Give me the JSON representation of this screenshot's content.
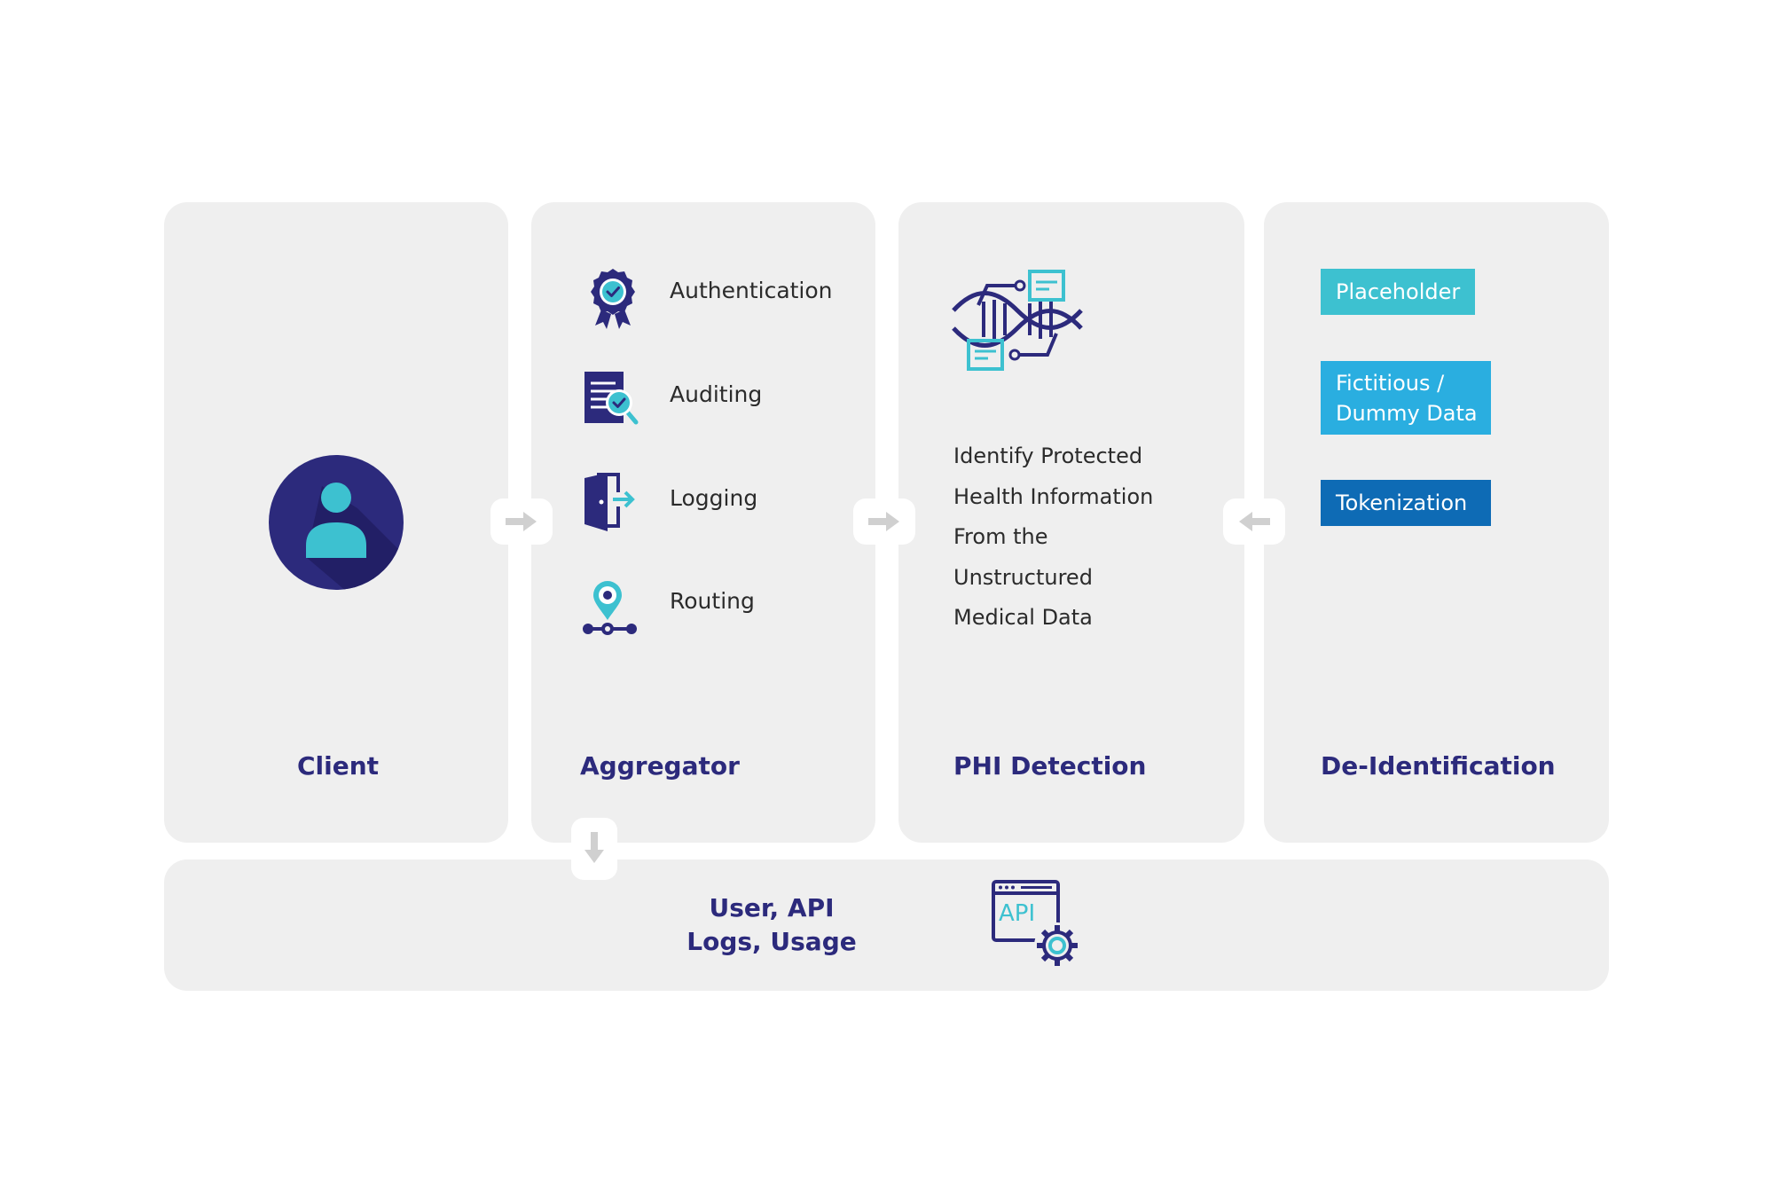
{
  "columns": {
    "client": {
      "title": "Client",
      "icon": "user-icon"
    },
    "aggregator": {
      "title": "Aggregator",
      "features": [
        {
          "label": "Authentication",
          "icon": "badge-check-icon"
        },
        {
          "label": "Auditing",
          "icon": "document-search-icon"
        },
        {
          "label": "Logging",
          "icon": "door-exit-icon"
        },
        {
          "label": "Routing",
          "icon": "route-pin-icon"
        }
      ]
    },
    "phi": {
      "title": "PHI Detection",
      "icon": "dna-icon",
      "description_lines": [
        "Identify Protected",
        "Health Information",
        "From the",
        "Unstructured",
        "Medical Data"
      ]
    },
    "deid": {
      "title": "De-Identification",
      "tags": [
        {
          "lines": [
            "Placeholder"
          ],
          "color": "#3dc1d0"
        },
        {
          "lines": [
            "Fictitious /",
            "Dummy Data"
          ],
          "color": "#2aaee0"
        },
        {
          "lines": [
            "Tokenization"
          ],
          "color": "#0e6bb5"
        }
      ]
    }
  },
  "bottom": {
    "lines": [
      "User, API",
      "Logs, Usage"
    ],
    "icon": "api-settings-icon"
  },
  "colors": {
    "navy": "#2c2a7c",
    "teal": "#3dc1d0",
    "panel": "#efefef",
    "arrow": "#d0d0d0"
  }
}
